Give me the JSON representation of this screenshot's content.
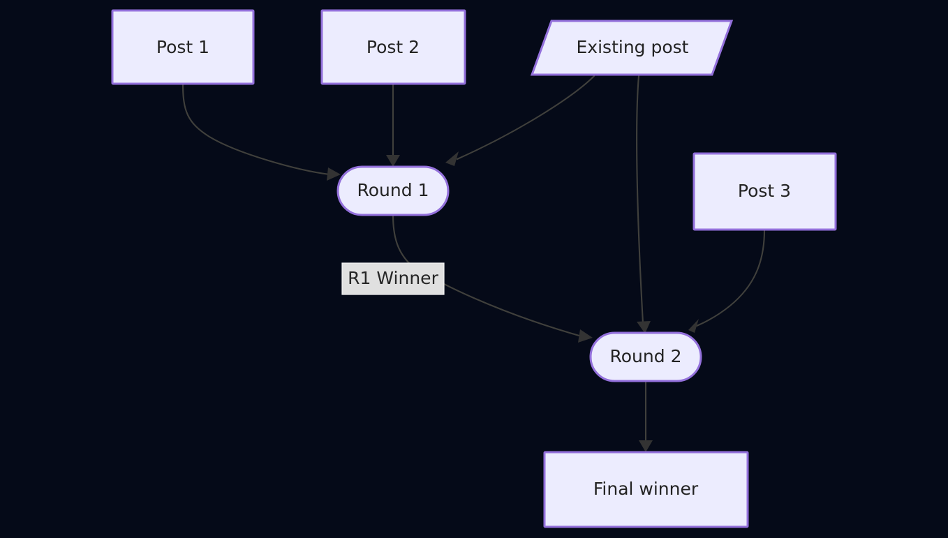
{
  "diagram": {
    "type": "flowchart",
    "direction": "top-down",
    "background_color": "#050a18",
    "node_fill_color": "#ececfe",
    "node_border_color": "#9370db",
    "node_text_color": "#232323",
    "edge_color": "#40403c",
    "arrow_color": "#333333",
    "edge_label_background": "#e0e0e0",
    "nodes": [
      {
        "id": "post1",
        "label": "Post 1",
        "shape": "rectangle"
      },
      {
        "id": "post2",
        "label": "Post 2",
        "shape": "rectangle"
      },
      {
        "id": "existing",
        "label": "Existing post",
        "shape": "parallelogram"
      },
      {
        "id": "post3",
        "label": "Post 3",
        "shape": "rectangle"
      },
      {
        "id": "round1",
        "label": "Round 1",
        "shape": "stadium"
      },
      {
        "id": "round2",
        "label": "Round 2",
        "shape": "stadium"
      },
      {
        "id": "final",
        "label": "Final winner",
        "shape": "rectangle"
      }
    ],
    "edges": [
      {
        "from": "post1",
        "to": "round1",
        "label": ""
      },
      {
        "from": "post2",
        "to": "round1",
        "label": ""
      },
      {
        "from": "existing",
        "to": "round1",
        "label": ""
      },
      {
        "from": "existing",
        "to": "round2",
        "label": ""
      },
      {
        "from": "round1",
        "to": "round2",
        "label": "R1 Winner"
      },
      {
        "from": "post3",
        "to": "round2",
        "label": ""
      },
      {
        "from": "round2",
        "to": "final",
        "label": ""
      }
    ],
    "edge_labels": [
      {
        "id": "r1winner",
        "text": "R1 Winner"
      }
    ]
  }
}
